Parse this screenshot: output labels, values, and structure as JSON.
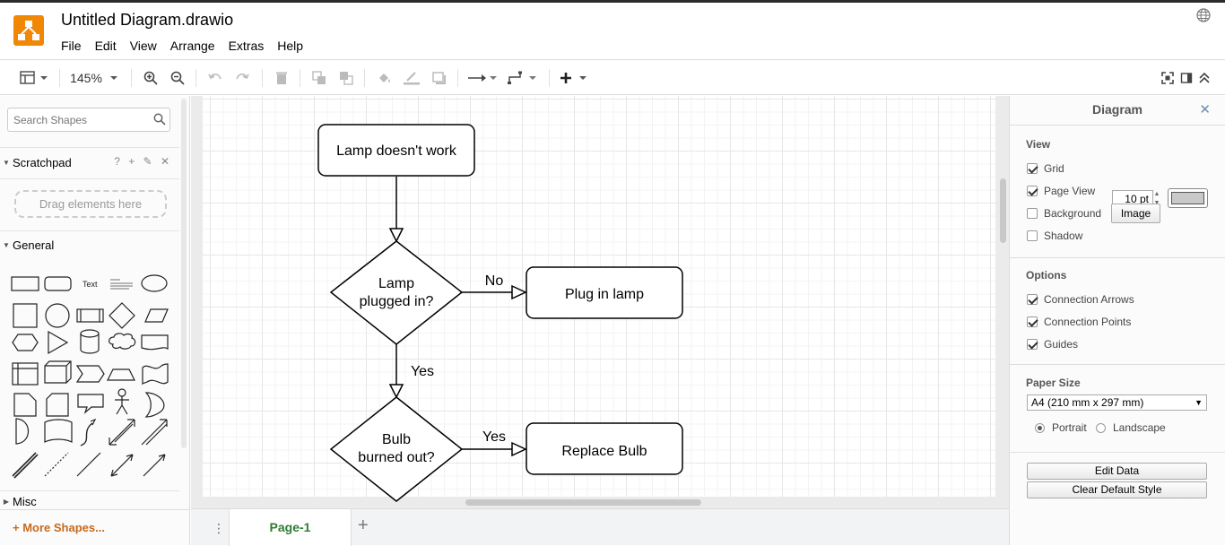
{
  "app": {
    "doc_title": "Untitled Diagram.drawio",
    "menu": [
      "File",
      "Edit",
      "View",
      "Arrange",
      "Extras",
      "Help"
    ]
  },
  "toolbar": {
    "zoom": "145%",
    "icons": [
      "format-panel-icon",
      "zoom-in-icon",
      "zoom-out-icon",
      "undo-icon",
      "redo-icon",
      "delete-icon",
      "to-front-icon",
      "to-back-icon",
      "fill-color-icon",
      "line-color-icon",
      "shadow-icon",
      "connection-icon",
      "waypoints-icon",
      "insert-icon",
      "fullscreen-icon",
      "format-toggle-icon",
      "collapse-icon"
    ]
  },
  "left": {
    "search_placeholder": "Search Shapes",
    "scratchpad": "Scratchpad",
    "scratch_actions": "? + ✎ ✕",
    "drag_here": "Drag elements here",
    "general": "General",
    "misc": "Misc",
    "more_shapes": "More Shapes..."
  },
  "diagram": {
    "nodes": {
      "start": "Lamp doesn't work",
      "q1_line1": "Lamp",
      "q1_line2": "plugged in?",
      "a1": "Plug in lamp",
      "q2_line1": "Bulb",
      "q2_line2": "burned out?",
      "a2": "Replace Bulb"
    },
    "edges": {
      "no": "No",
      "yes1": "Yes",
      "yes2": "Yes"
    }
  },
  "pages": {
    "tabs": [
      "Page-1"
    ],
    "menu_glyph": "⋮",
    "add_glyph": "+"
  },
  "right": {
    "title": "Diagram",
    "close": "✕",
    "view": {
      "title": "View",
      "grid": "Grid",
      "grid_size": "10 pt",
      "page_view": "Page View",
      "background": "Background",
      "image_btn": "Image",
      "shadow": "Shadow",
      "grid_checked": true,
      "page_view_checked": true,
      "background_checked": false,
      "shadow_checked": false,
      "grid_color": "#c9c9c9"
    },
    "options": {
      "title": "Options",
      "connection_arrows": "Connection Arrows",
      "connection_points": "Connection Points",
      "guides": "Guides"
    },
    "paper": {
      "title": "Paper Size",
      "size": "A4 (210 mm x 297 mm)",
      "portrait": "Portrait",
      "landscape": "Landscape",
      "orientation": "Portrait"
    },
    "edit_data": "Edit Data",
    "clear_style": "Clear Default Style"
  },
  "colors": {
    "logo": "#f08705",
    "page_tab_text": "#2e7d32",
    "more_shapes": "#c76a1b"
  }
}
